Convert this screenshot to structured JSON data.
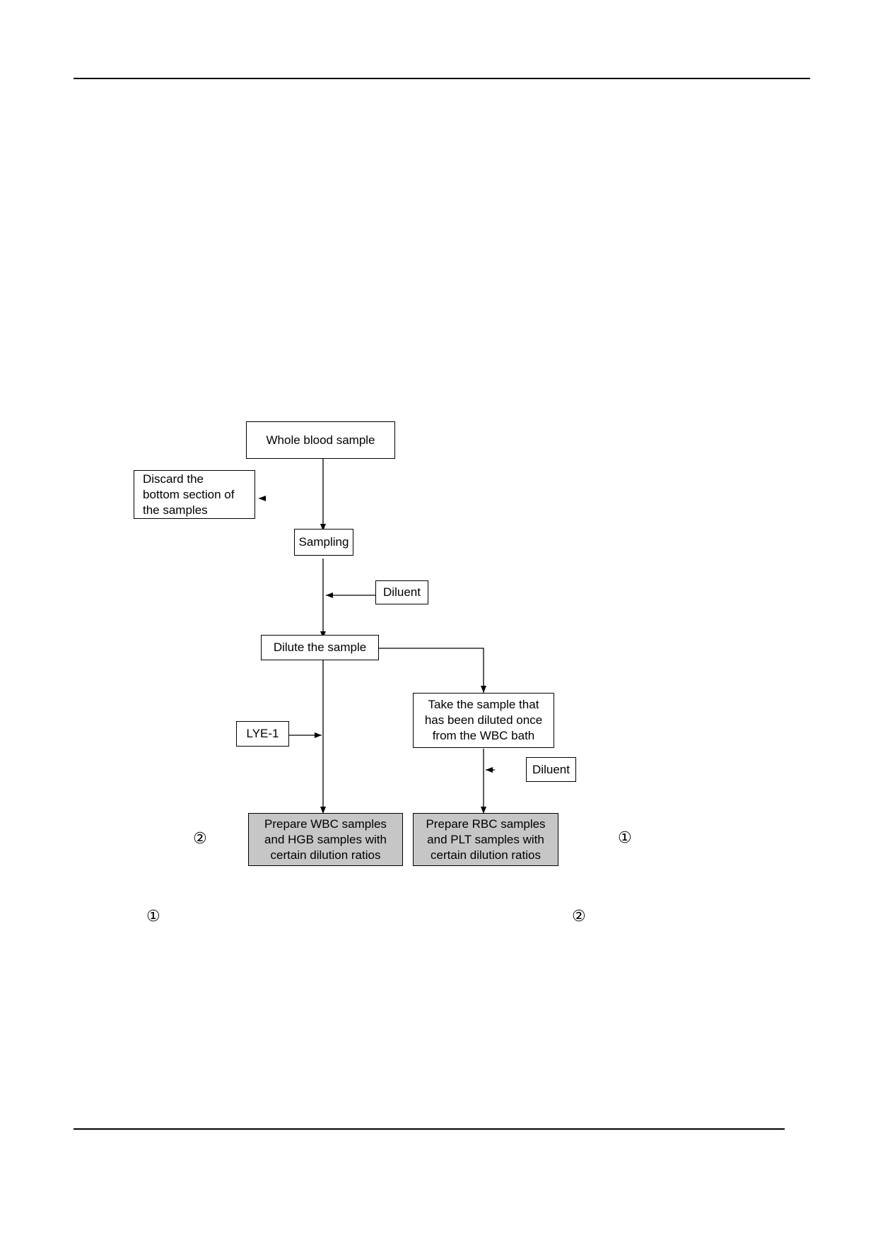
{
  "flowchart": {
    "nodes": {
      "whole_blood": "Whole blood sample",
      "discard": "Discard the\nbottom section of\nthe samples",
      "sampling": "Sampling",
      "diluent_1": "Diluent",
      "dilute": "Dilute the sample",
      "take_sample": "Take the sample that\nhas been diluted once\nfrom the WBC bath",
      "lye": "LYE-1",
      "diluent_2": "Diluent",
      "prepare_wbc": "Prepare WBC samples\nand HGB  samples with\ncertain dilution ratios",
      "prepare_rbc": "Prepare RBC samples\nand PLT samples with\ncertain dilution ratios"
    },
    "markers": {
      "wbc_branch": "②",
      "rbc_branch": "①",
      "note_1": "①",
      "note_2": "②"
    }
  }
}
